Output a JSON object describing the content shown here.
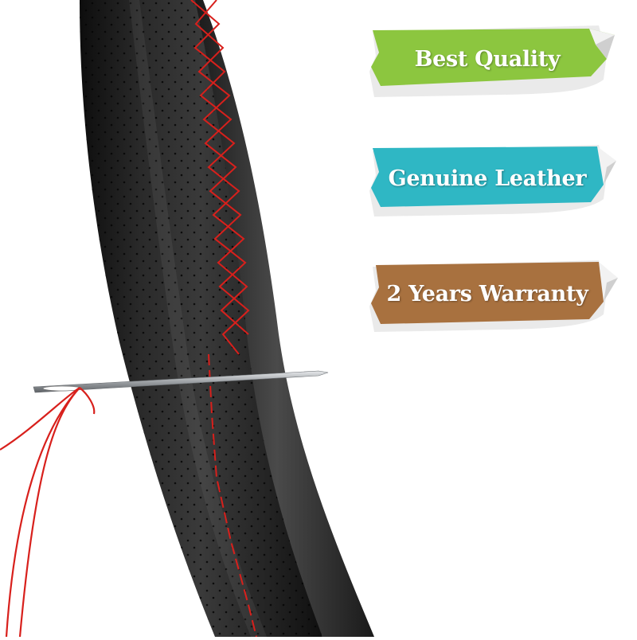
{
  "badges": [
    {
      "label": "Best Quality",
      "color": "#8cc63f",
      "shade": "#6fa82a"
    },
    {
      "label": "Genuine Leather",
      "color": "#2fb7c4",
      "shade": "#1e97a4"
    },
    {
      "label": "2 Years Warranty",
      "color": "#a8713f",
      "shade": "#8a5a2f"
    }
  ],
  "colors": {
    "leather": "#1c1c1c",
    "stitch": "#d8201c",
    "needle": "#b9bcc0"
  }
}
